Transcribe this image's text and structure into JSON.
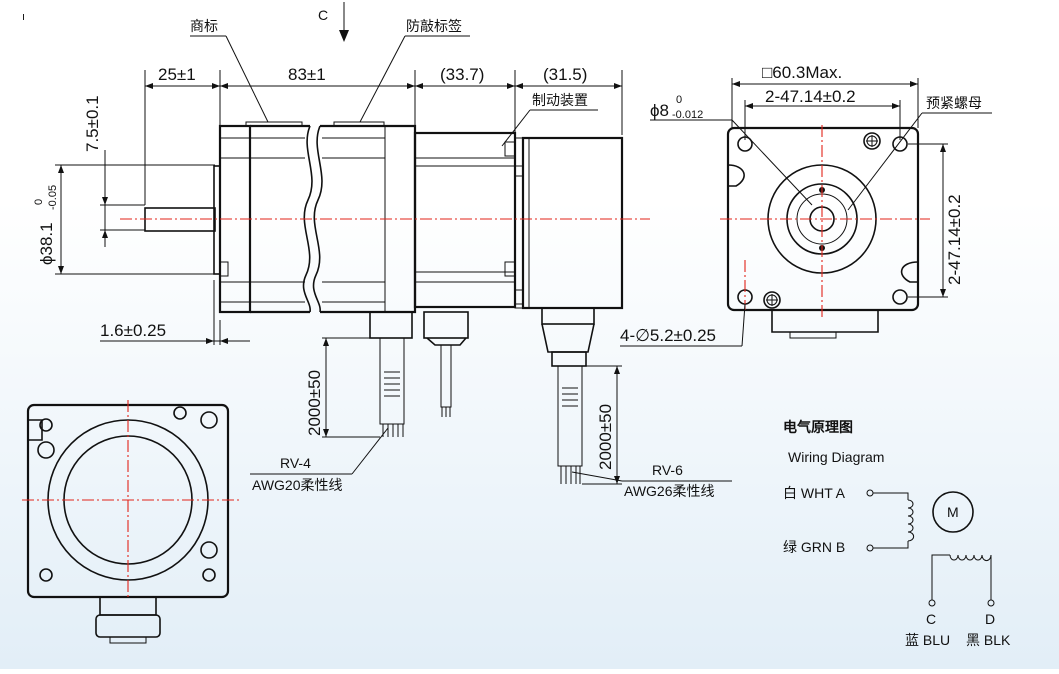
{
  "labels": {
    "view_c": "C",
    "view_c_marker": "C",
    "brand_label": "商标",
    "anti_fake_label": "防敲标签",
    "brake_device": "制动装置",
    "preload_nut": "预紧螺母"
  },
  "dimensions": {
    "shaft_len": "25±1",
    "body_len": "83±1",
    "seg1": "(33.7)",
    "seg2": "(31.5)",
    "key_offset": "7.5±0.1",
    "pilot_dia": "ϕ38.1",
    "pilot_tol_upper": "0",
    "pilot_tol_lower": "-0.05",
    "flange_thk": "1.6±0.25",
    "shaft_dia": "ϕ8",
    "shaft_tol_upper": "0",
    "shaft_tol_lower": "-0.012",
    "square_max": "□60.3Max.",
    "hole_spacing_h": "2-47.14±0.2",
    "hole_spacing_v": "2-47.14±0.2",
    "mount_holes": "4-∅5.2±0.25",
    "cable_len_left": "2000±50",
    "cable_len_right": "2000±50"
  },
  "cables": {
    "left_type": "RV-4",
    "left_spec": "AWG20柔性线",
    "right_type": "RV-6",
    "right_spec": "AWG26柔性线"
  },
  "wiring": {
    "title_cn": "电气原理图",
    "title_en": "Wiring Diagram",
    "a_label": "白  WHT  A",
    "b_label": "绿  GRN   B",
    "c_letter": "C",
    "d_letter": "D",
    "c_color": "蓝  BLU",
    "d_color": "黑  BLK",
    "motor": "M"
  },
  "colors": {
    "line": "#111111",
    "centerline": "#e2231a",
    "background_bottom": "#e2eef7"
  }
}
